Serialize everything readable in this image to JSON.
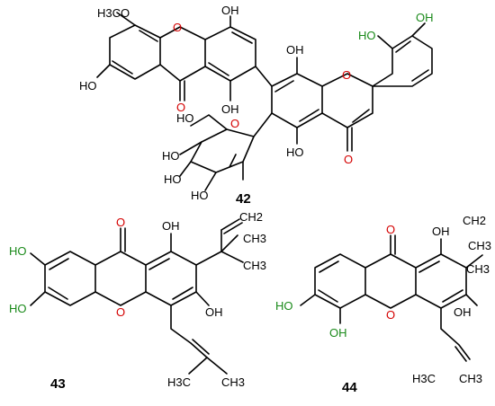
{
  "compounds": [
    {
      "id": "42",
      "label": "42"
    },
    {
      "id": "43",
      "label": "43"
    },
    {
      "id": "44",
      "label": "44"
    }
  ],
  "atoms": {
    "c42": {
      "methoxy": "H3CO",
      "oh_a": "OH",
      "oh_b": "HO",
      "oh_c": "OH",
      "oh_d": "HO",
      "oh_e": "OH",
      "oh_f": "HO",
      "oh_g": "OH",
      "sugar_oh1": "HO",
      "sugar_oh2": "HO",
      "sugar_oh3": "HO",
      "sugar_oh4": "HO",
      "ring_o1": "O",
      "ring_o2": "O",
      "ring_o3": "O",
      "carbonyl1": "O",
      "carbonyl2": "O"
    },
    "c43": {
      "oh1": "HO",
      "oh2": "HO",
      "oh3": "OH",
      "oh4": "OH",
      "ring_o": "O",
      "carbonyl": "O",
      "vinyl": "CH2",
      "me1": "CH3",
      "me2": "CH3",
      "prenyl_me1": "H3C",
      "prenyl_me2": "CH3"
    },
    "c44": {
      "oh1": "HO",
      "oh2": "OH",
      "oh3": "OH",
      "oh4": "OH",
      "ring_o": "O",
      "carbonyl": "O",
      "vinyl": "CH2",
      "me1": "CH3",
      "me2": "CH3",
      "prenyl_me1": "H3C",
      "prenyl_me2": "CH3"
    }
  },
  "colors": {
    "oxygen": "#d40000",
    "hydroxyl_green": "#1a8a1a",
    "bond": "#000000"
  }
}
